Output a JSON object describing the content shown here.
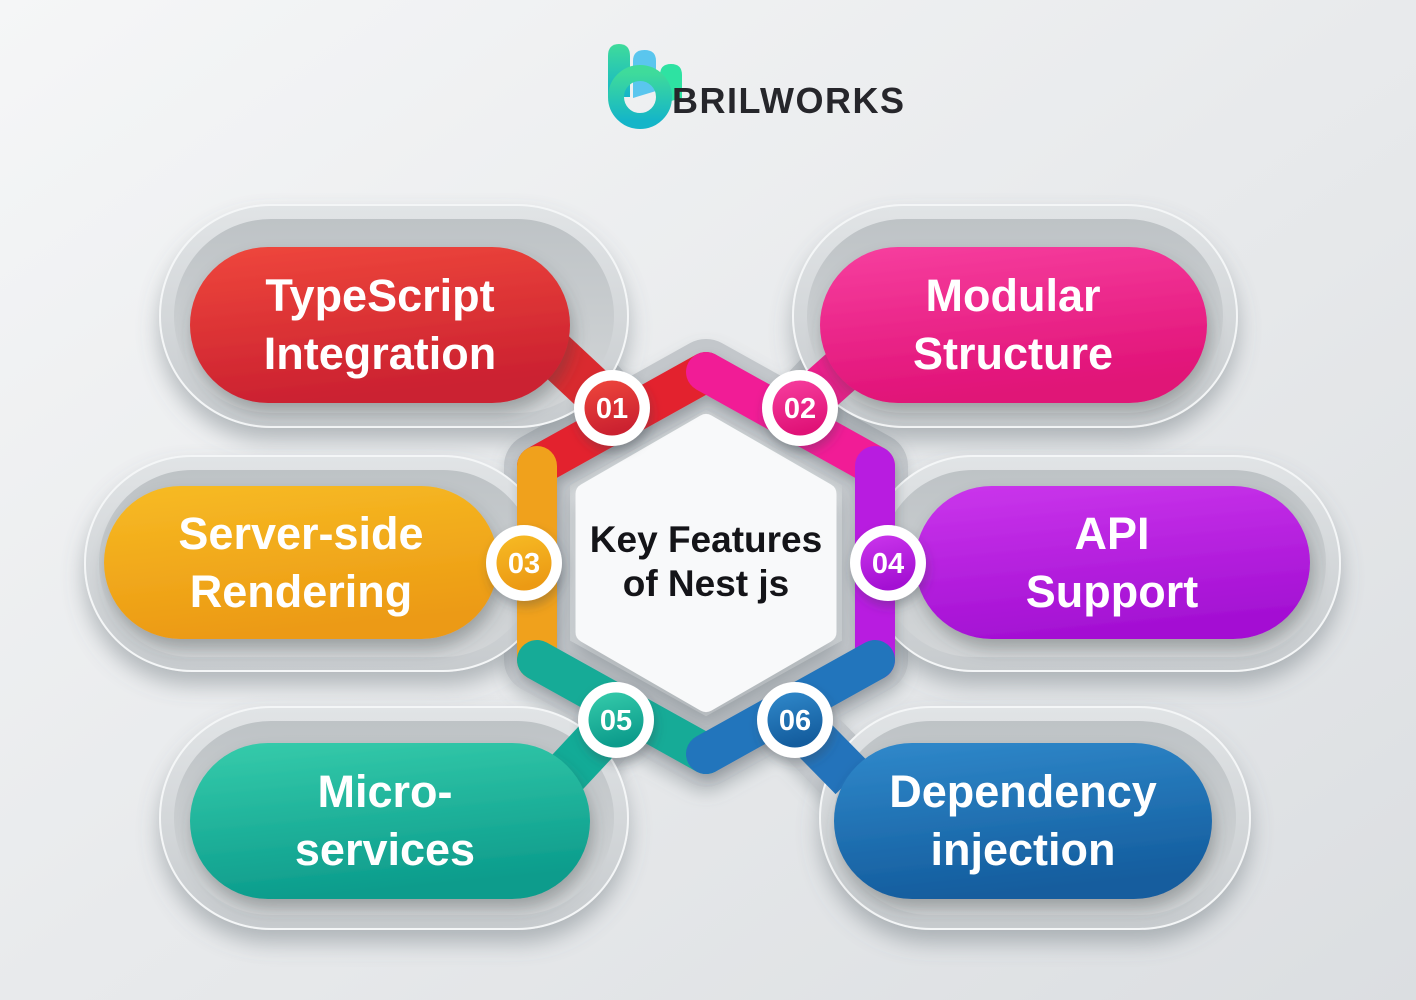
{
  "brand": {
    "name": "BRILWORKS"
  },
  "diagram": {
    "center": {
      "line1": "Key Features",
      "line2": "of Nest js"
    },
    "features": [
      {
        "number": "01",
        "line1": "TypeScript",
        "line2": "Integration",
        "color": "#e3222e"
      },
      {
        "number": "02",
        "line1": "Modular",
        "line2": "Structure",
        "color": "#f11e96"
      },
      {
        "number": "03",
        "line1": "Server-side",
        "line2": "Rendering",
        "color": "#f0a11c"
      },
      {
        "number": "04",
        "line1": "API",
        "line2": "Support",
        "color": "#b81fe0"
      },
      {
        "number": "05",
        "line1": "Micro-",
        "line2": "services",
        "color": "#12ab97"
      },
      {
        "number": "06",
        "line1": "Dependency",
        "line2": "injection",
        "color": "#2274bc"
      }
    ],
    "colors": {
      "background": "#eef0f1",
      "frame_gray": "#ced2d5",
      "channel_gray": "#c3c7cb",
      "center_text": "#141418",
      "label_text": "#ffffff",
      "logo_gradient_top": "#3fdb9b",
      "logo_gradient_bottom": "#14b5c8",
      "logo_ribbon_blue": "#5ac6ee",
      "logo_ribbon_green": "#2ee2a2"
    }
  }
}
